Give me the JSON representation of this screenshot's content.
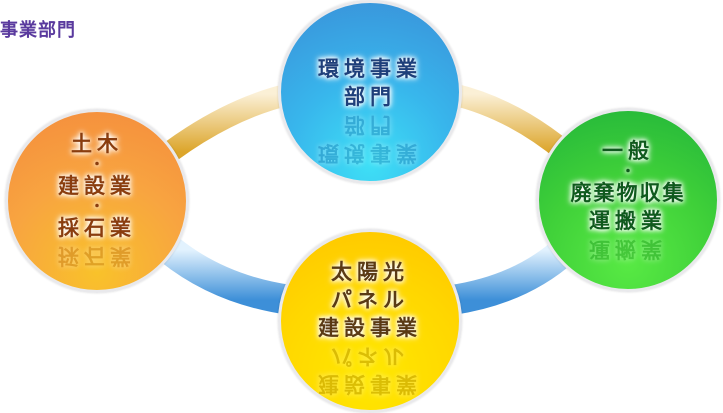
{
  "title": "事業部門",
  "colors": {
    "title": "#5a3a9e",
    "blue": "#3aa8e6",
    "orange": "#f6983d",
    "green": "#36c93a",
    "yellow": "#ffd700",
    "ring_gold": "#e0b040",
    "ring_blue": "#4a9ee0"
  },
  "nodes": {
    "environment": {
      "lines": [
        "環境事業",
        "部門"
      ]
    },
    "civil": {
      "lines": [
        "土木",
        "・",
        "建設業",
        "・",
        "採石業"
      ]
    },
    "waste": {
      "lines": [
        "一般",
        "・",
        "廃棄物収集",
        "運搬業"
      ]
    },
    "solar": {
      "lines": [
        "太陽光",
        "パネル",
        "建設事業"
      ]
    }
  }
}
